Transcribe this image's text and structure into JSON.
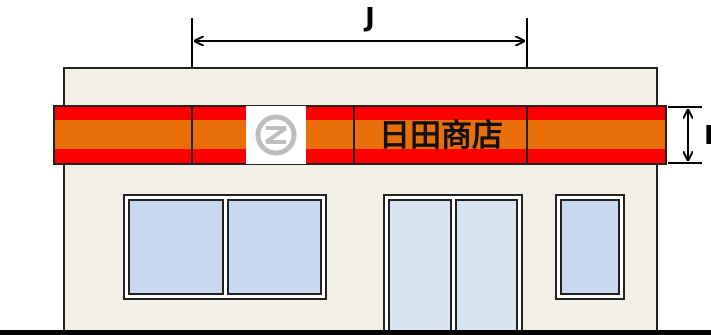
{
  "dimensions": {
    "width_label": "J",
    "height_label": "I"
  },
  "sign": {
    "store_name": "日田商店"
  },
  "colors": {
    "wall": "#f2efe6",
    "roof": "#f2efe6",
    "outline": "#222222",
    "fascia_red": "#ff0000",
    "fascia_orange": "#e86f0a",
    "glass": "#c7d8f0",
    "door_glass": "#d9e4f2",
    "logo_bg": "#ffffff",
    "logo_icon": "#bdbdbd",
    "ground": "#000000"
  },
  "icons": {
    "logo": "circle-z-logo-icon"
  }
}
